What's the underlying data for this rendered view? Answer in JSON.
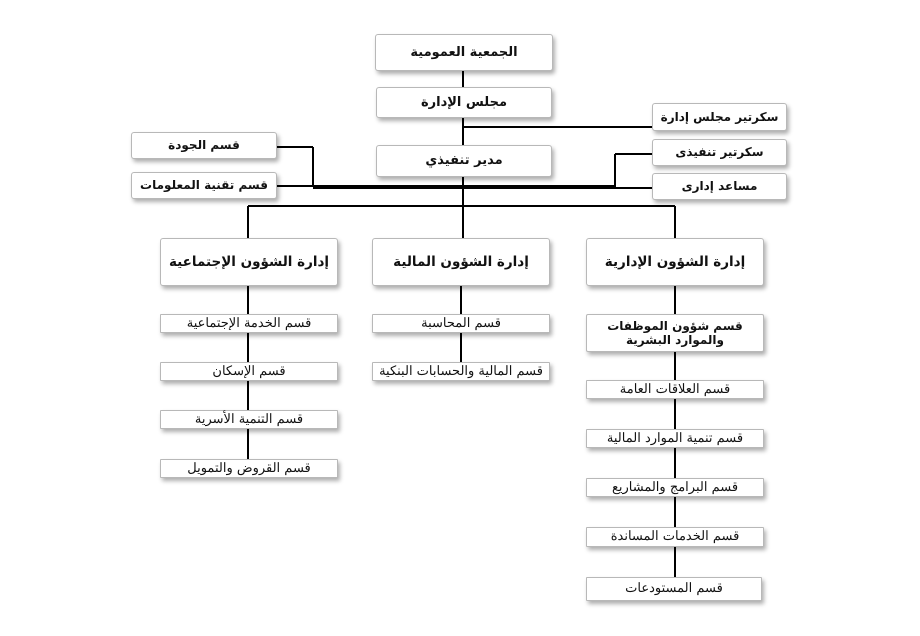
{
  "top": {
    "general_assembly": "الجمعية العمومية",
    "board": "مجلس الإدارة",
    "executive_director": "مدير تنفيذي"
  },
  "left_units": {
    "quality": "قسم الجودة",
    "it": "قسم تقنية المعلومات"
  },
  "right_units": {
    "board_secretary": "سكرتير مجلس إدارة",
    "executive_secretary": "سكرتير تنفيذى",
    "admin_assistant": "مساعد إدارى"
  },
  "departments": {
    "social": {
      "title": "إدارة الشؤون الإجتماعية",
      "sections": [
        "قسم الخدمة الإجتماعية",
        "قسم الإسكان",
        "قسم التنمية الأسرية",
        "قسم القروض والتمويل"
      ]
    },
    "financial": {
      "title": "إدارة الشؤون المالية",
      "sections": [
        "قسم المحاسبة",
        "قسم المالية والحسابات البنكية"
      ]
    },
    "administrative": {
      "title": "إدارة الشؤون الإدارية",
      "sections": [
        "قسم شؤون الموظفات والموارد البشرية",
        "قسم العلاقات العامة",
        "قسم تنمية الموارد المالية",
        "قسم البرامج والمشاريع",
        "قسم الخدمات المساندة",
        "قسم المستودعات"
      ]
    }
  }
}
